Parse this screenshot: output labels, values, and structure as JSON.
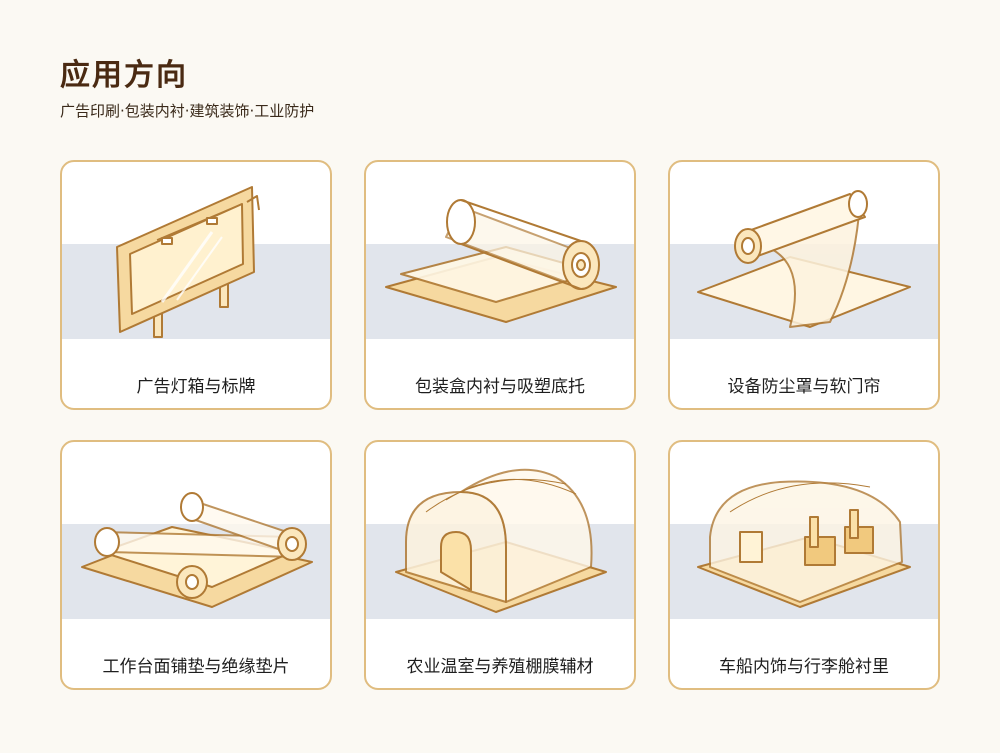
{
  "header": {
    "title": "应用方向",
    "subtitle": "广告印刷·包装内衬·建筑装饰·工业防护"
  },
  "cards": [
    {
      "label": "广告灯箱与标牌",
      "icon": "billboard-icon"
    },
    {
      "label": "包装盒内衬与吸塑底托",
      "icon": "film-roll-sheets-icon"
    },
    {
      "label": "设备防尘罩与软门帘",
      "icon": "film-roll-curtain-icon"
    },
    {
      "label": "工作台面铺垫与绝缘垫片",
      "icon": "rolled-mat-icon"
    },
    {
      "label": "农业温室与养殖棚膜辅材",
      "icon": "greenhouse-tunnel-icon"
    },
    {
      "label": "车船内饰与行李舱衬里",
      "icon": "vehicle-interior-lining-icon"
    }
  ],
  "colors": {
    "title": "#4a2a12",
    "card_border": "#e0bd80",
    "band": "#e1e5ec",
    "outline": "#b07a35",
    "fill_warm": "#fbe7bd"
  }
}
